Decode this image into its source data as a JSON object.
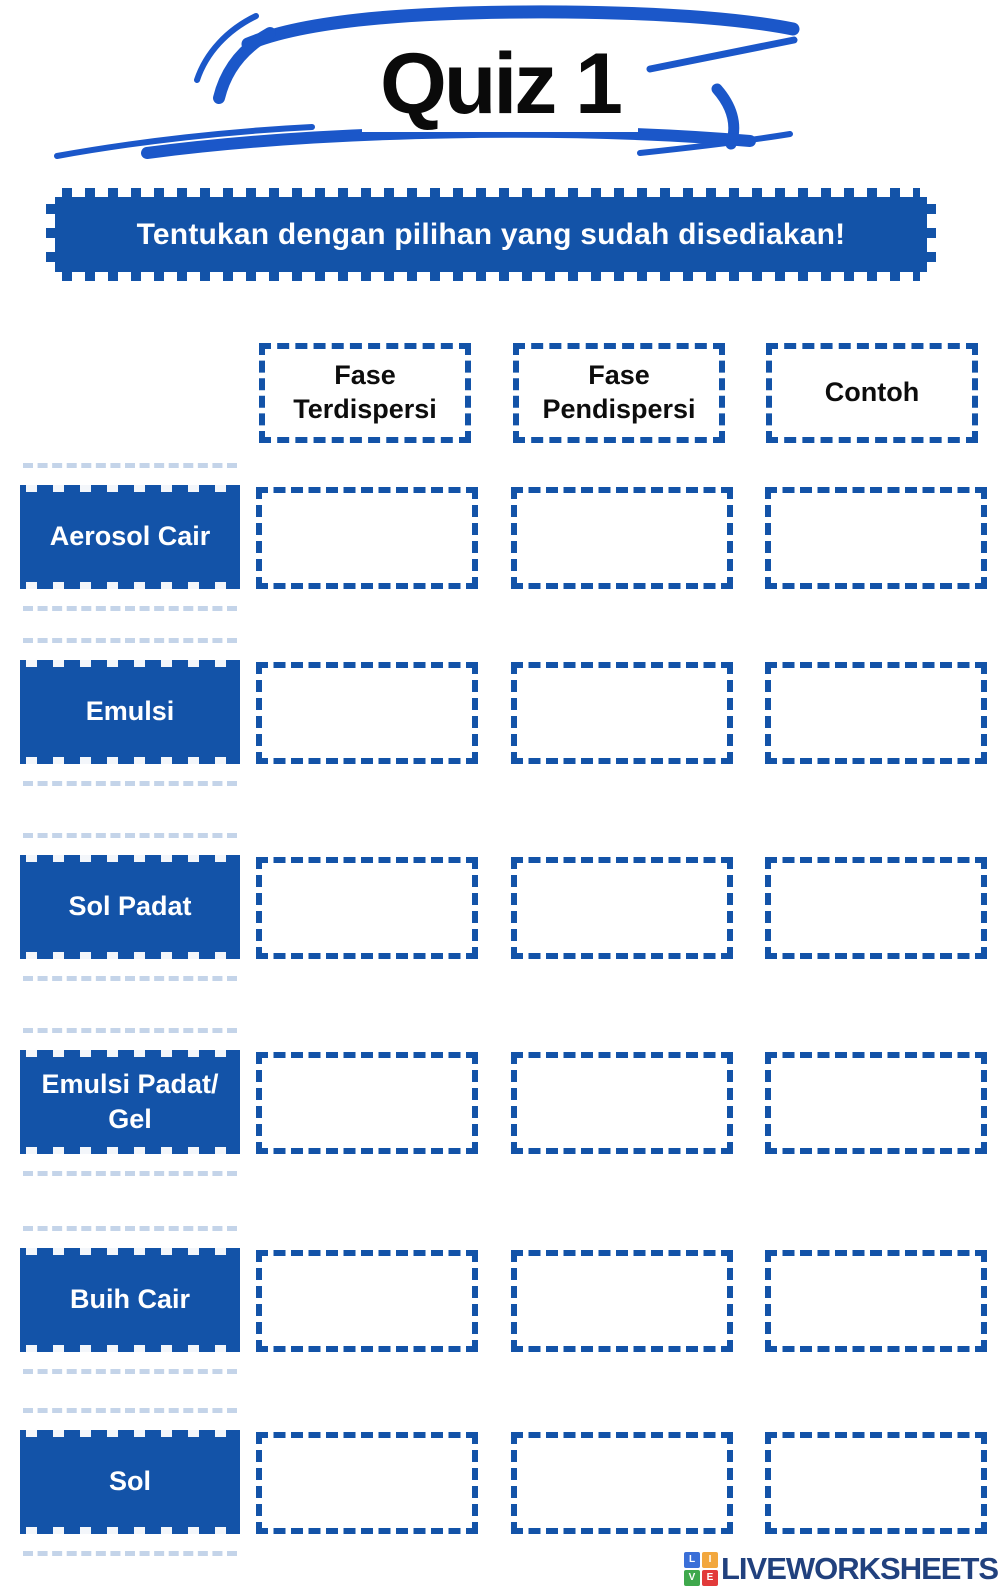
{
  "header": {
    "title": "Quiz 1"
  },
  "instruction": {
    "text": "Tentukan dengan pilihan yang sudah disediakan!"
  },
  "table": {
    "columns": [
      "Fase Terdispersi",
      "Fase Pendispersi",
      "Contoh"
    ],
    "rows": [
      {
        "label": "Aerosol Cair",
        "cells": [
          "",
          "",
          ""
        ]
      },
      {
        "label": "Emulsi",
        "cells": [
          "",
          "",
          ""
        ]
      },
      {
        "label": "Sol Padat",
        "cells": [
          "",
          "",
          ""
        ]
      },
      {
        "label": "Emulsi Padat/ Gel",
        "cells": [
          "",
          "",
          ""
        ]
      },
      {
        "label": "Buih Cair",
        "cells": [
          "",
          "",
          ""
        ]
      },
      {
        "label": "Sol",
        "cells": [
          "",
          "",
          ""
        ]
      }
    ]
  },
  "footer": {
    "brand": "LIVEWORKSHEETS",
    "squares": [
      {
        "letter": "L"
      },
      {
        "letter": "I"
      },
      {
        "letter": "V"
      },
      {
        "letter": "E"
      }
    ]
  },
  "colors": {
    "primary_blue": "#1353a8",
    "swoosh_blue": "#1b57c9",
    "title_color": "#0a0a0a",
    "logo_navy": "#21417e",
    "square_blue": "#3a6fd8",
    "square_yellow": "#f2a73d",
    "square_green": "#3fa84c",
    "square_red": "#e23b3b"
  }
}
